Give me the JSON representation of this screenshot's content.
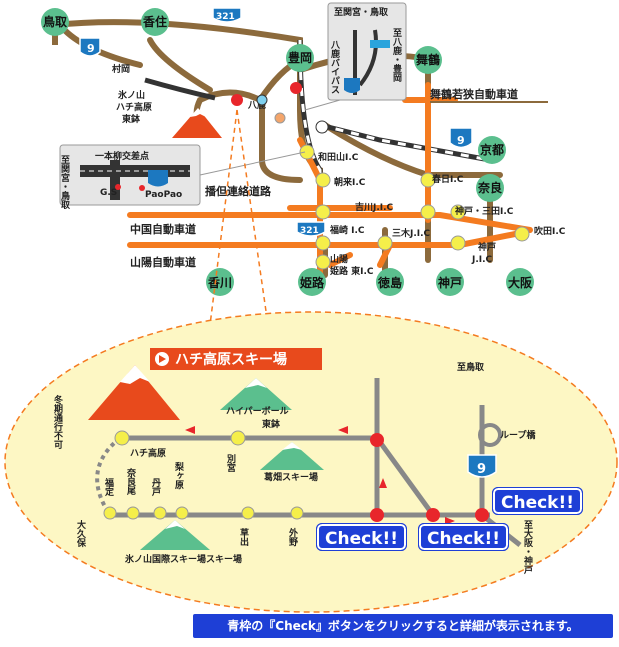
{
  "map": {
    "cities": {
      "tottori": "鳥取",
      "kasumi": "香住",
      "toyooka": "豊岡",
      "maizuru": "舞鶴",
      "kyoto": "京都",
      "nara": "奈良",
      "osaka": "大阪",
      "kobe": "神戸",
      "tokushima": "徳島",
      "himeji": "姫路",
      "kagawa": "香川"
    },
    "places": {
      "murooka": "村岡",
      "hyonosen": "氷ノ山\nハチ高原\n東鉢",
      "yoka": "八鹿"
    },
    "highways": {
      "maizuru_wakasa": "舞鶴若狭自動車道",
      "bantan": "播但連絡道路",
      "chugoku": "中国自動車道",
      "sanyo": "山陽自動車道"
    },
    "interchanges": {
      "wadayama": "和田山I.C",
      "asago": "朝来I.C",
      "kasuga": "春日I.C",
      "yokawa": "吉川J.I.C",
      "kobe_sanda": "神戸・三田I.C",
      "fukusaki": "福崎 I.C",
      "miki": "三木J.I.C",
      "suita": "吹田I.C",
      "kobe_jic": "神戸\nJ.I.C",
      "sanyo_himeji": "山陽\n姫路 東I.C"
    },
    "route_numbers": {
      "r9": "9",
      "r321": "321"
    },
    "callout_top": {
      "top_dir": "至関宮・鳥取",
      "right_dir": "至八鹿・豊岡",
      "bypass": "八鹿バイパス"
    },
    "callout_left": {
      "intersection": "一本柳交差点",
      "left_dir": "至関宮・鳥取",
      "gs": "G.S",
      "shop": "PaoPao"
    }
  },
  "inset": {
    "title": "ハチ高原スキー場",
    "places": {
      "hachi_kogen": "ハチ高原",
      "betsumiya": "別宮",
      "fukujo": "福定",
      "narao": "奈良尾",
      "niu": "丹戸",
      "hegahara": "梨ヶ原",
      "kusade": "草出",
      "hokano": "外野",
      "okubo": "大久保",
      "winter_closed": "冬期通行不可",
      "loop_bridge": "ループ橋",
      "to_tottori": "至鳥取",
      "to_osaka": "至大阪・神戸"
    },
    "ski": {
      "hyper_bowl": "ハイパーボール\n東鉢",
      "kuzuhata": "葛畑スキー場",
      "hyonosen_kokusai": "氷ノ山国際スキー場スキー場"
    },
    "check_buttons": [
      "Check!!",
      "Check!!",
      "Check!!"
    ]
  },
  "footer": "青枠の『Check』ボタンをクリックすると詳細が表示されます。"
}
